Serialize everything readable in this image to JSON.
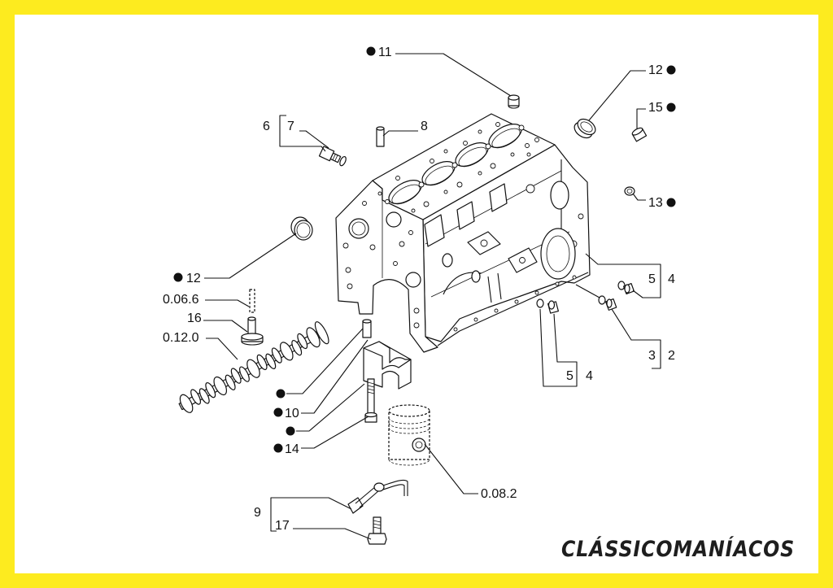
{
  "colors": {
    "frame": "#FDEB1F",
    "panel": "#FFFFFF",
    "ink": "#111111"
  },
  "callouts": {
    "p11": "11",
    "p12_top": "12",
    "p15": "15",
    "p13": "13",
    "p8": "8",
    "p7": "7",
    "p6": "6",
    "p5_right": "5",
    "p4_right": "4",
    "p3": "3",
    "p2": "2",
    "p5_bottom": "5",
    "p4_bottom": "4",
    "p12_left": "12",
    "p0066": "0.06.6",
    "p16": "16",
    "p0120": "0.12.0",
    "p10": "10",
    "p14": "14",
    "p0082": "0.08.2",
    "p9": "9",
    "p17": "17"
  },
  "watermark": "CLÁSSICOMANÍACOS"
}
